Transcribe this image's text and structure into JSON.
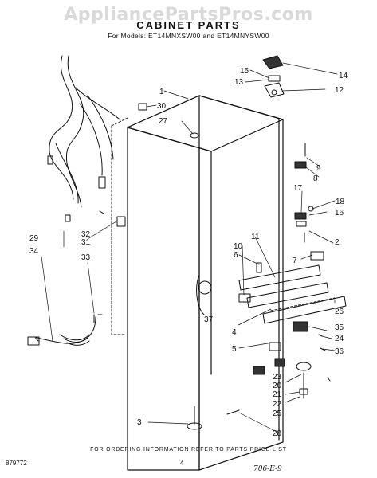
{
  "watermark": "AppliancePartsPros.com",
  "title": "CABINET PARTS",
  "subtitle": "For Models: ET14MNXSW00 and ET14MNYSW00",
  "footer": "FOR ORDERING INFORMATION REFER TO PARTS PRICE LIST",
  "doc_number": "879772",
  "page_number": "4",
  "handwritten_note": "706-E-9",
  "callouts": [
    "1",
    "2",
    "3",
    "4",
    "5",
    "6",
    "7",
    "8",
    "9",
    "10",
    "11",
    "12",
    "13",
    "14",
    "15",
    "16",
    "17",
    "18",
    "20",
    "21",
    "22",
    "23",
    "24",
    "25",
    "26",
    "27",
    "28",
    "29",
    "30",
    "31",
    "32",
    "33",
    "34",
    "35",
    "36",
    "37"
  ]
}
